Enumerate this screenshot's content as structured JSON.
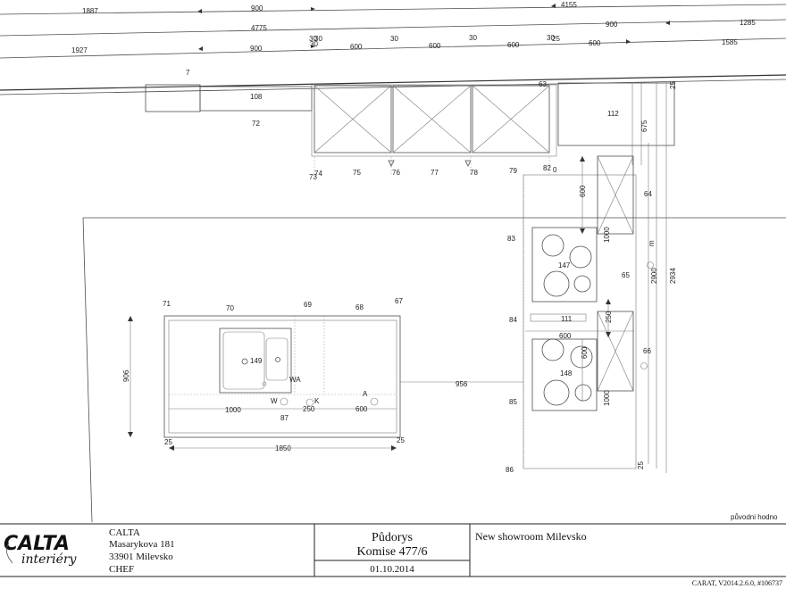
{
  "dimensions": {
    "row1": [
      "1887",
      "900",
      "4155"
    ],
    "row2": [
      "4775",
      "900",
      "1285"
    ],
    "row3": [
      "1927",
      "900",
      "30",
      "30",
      "600",
      "30",
      "600",
      "30",
      "600",
      "30",
      "30",
      "25",
      "600",
      "1585"
    ],
    "upper": [
      "7",
      "108",
      "72",
      "63",
      "112",
      "25",
      "675"
    ],
    "right": [
      "64",
      "1000",
      "65",
      "2900",
      "2934",
      "66",
      "1000",
      "25",
      "m",
      "600",
      "250",
      "600",
      "600"
    ],
    "island": [
      "906",
      "1000",
      "250",
      "600",
      "1850",
      "25",
      "25",
      "956",
      "87"
    ]
  },
  "positions": [
    "73",
    "74",
    "75",
    "76",
    "77",
    "78",
    "79",
    "82",
    "0",
    "83",
    "84",
    "85",
    "86",
    "147",
    "148",
    "111",
    "149",
    "71",
    "70",
    "69",
    "68",
    "67"
  ],
  "symbols": {
    "wa": "WA",
    "w": "W",
    "k": "K",
    "a": "A"
  },
  "note_original": "původni hodno",
  "titleblock": {
    "company": [
      "CALTA",
      "Masarykova 181",
      "33901 Milevsko",
      "CHEF"
    ],
    "logo_text": "CALTA interiéry",
    "drawing_title": "Půdorys",
    "commission": "Komise 477/6",
    "date": "01.10.2014",
    "project": "New showroom Milevsko",
    "software": "CARAT, V2014.2.6.0, #106737"
  }
}
